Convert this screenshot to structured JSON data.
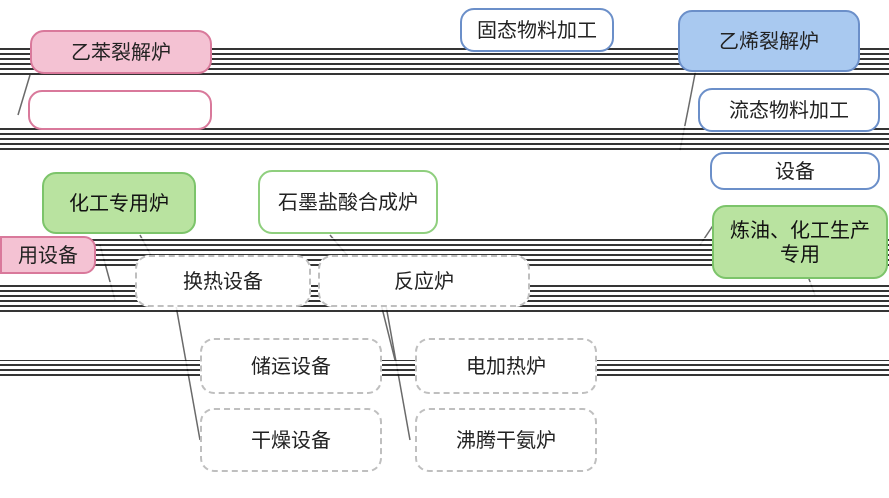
{
  "nodes": {
    "solid_material": "固态物料加工",
    "ethylene_crack": "乙烯裂解炉",
    "ethylbenzene": "乙苯裂解炉",
    "liquid_material": "流态物料加工",
    "equipment": "设备",
    "chem_furnace": "化工专用炉",
    "graphite": "石墨盐酸合成炉",
    "refining": "炼油、化工生产专用",
    "pink_left": "用设备",
    "heat_exchange": "换热设备",
    "reaction_furnace": "反应炉",
    "storage": "储运设备",
    "electric_furnace": "电加热炉",
    "drying": "干燥设备",
    "boiling": "沸腾干氨炉"
  },
  "colors": {
    "green": "#b9e3a0",
    "blue": "#a9c9f0",
    "pink": "#f4c2d3"
  }
}
